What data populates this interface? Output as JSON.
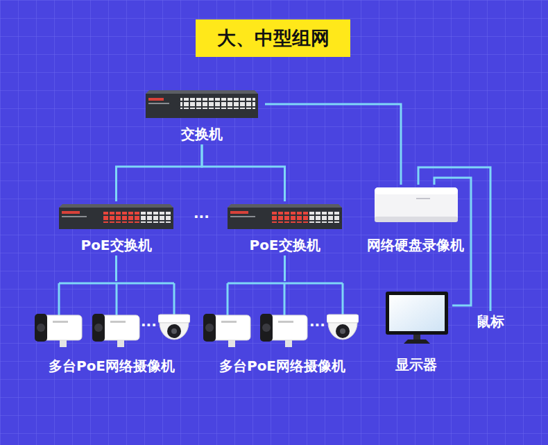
{
  "diagram": {
    "title": "大、中型组网",
    "nodes": [
      {
        "text": [
          "交换机"
        ]
      },
      {
        "text": [
          "PoE交换机"
        ]
      },
      {
        "text": [
          "PoE交换机"
        ]
      },
      {
        "text": [
          "网络硬盘录像机"
        ]
      },
      {
        "text": [
          "多台PoE网络摄像机"
        ]
      },
      {
        "text": [
          "多台PoE网络摄像机"
        ]
      },
      {
        "text": [
          "显示器"
        ]
      },
      {
        "text": [
          "鼠标"
        ]
      }
    ],
    "edges": [
      {
        "from": 0,
        "to": 1,
        "arrow": "none"
      },
      {
        "from": 0,
        "to": 2,
        "arrow": "none"
      },
      {
        "from": 0,
        "to": 3,
        "arrow": "none"
      },
      {
        "from": 1,
        "to": 4,
        "arrow": "none"
      },
      {
        "from": 2,
        "to": 5,
        "arrow": "none"
      },
      {
        "from": 3,
        "to": 6,
        "arrow": "none"
      },
      {
        "from": 3,
        "to": 7,
        "arrow": "none"
      }
    ],
    "labels": [
      "···",
      "···",
      "···"
    ]
  }
}
